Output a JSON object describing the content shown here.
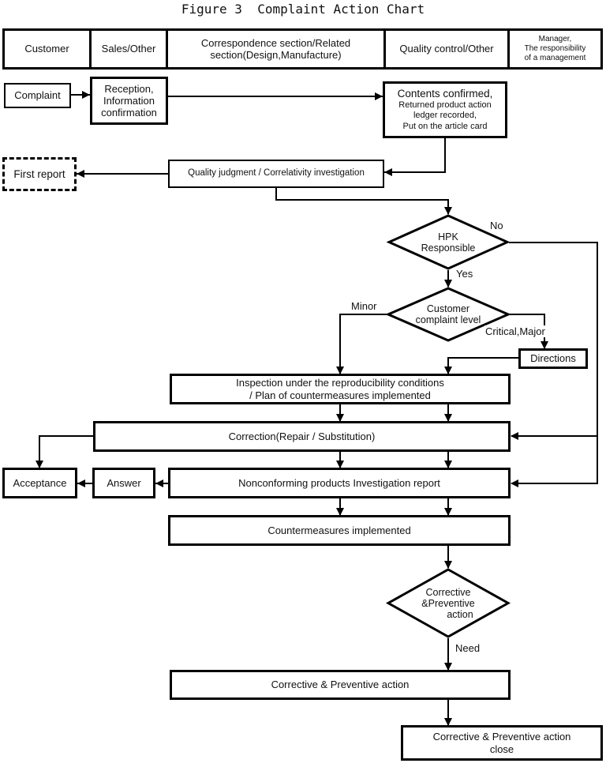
{
  "title": "Figure 3  Complaint Action Chart",
  "lanes": [
    {
      "label": "Customer"
    },
    {
      "label": "Sales/Other"
    },
    {
      "lines": [
        "Correspondence section/Related",
        "section(Design,Manufacture)"
      ]
    },
    {
      "label": "Quality control/Other"
    },
    {
      "lines": [
        "Manager,",
        "The responsibility",
        "of a management"
      ]
    }
  ],
  "nodes": {
    "complaint": {
      "label": "Complaint"
    },
    "reception": {
      "lines": [
        "Reception,",
        "Information",
        "confirmation"
      ]
    },
    "contents": {
      "title": "Contents confirmed,",
      "lines": [
        "Returned product action",
        "ledger recorded,",
        "Put on the article card"
      ]
    },
    "first_report": {
      "label": "First report"
    },
    "quality_judgment": {
      "label": "Quality judgment / Correlativity investigation"
    },
    "hpk_decision": {
      "lines": [
        "HPK",
        "Responsible"
      ]
    },
    "complaint_level_decision": {
      "lines": [
        "Customer",
        "complaint level"
      ]
    },
    "directions": {
      "label": "Directions"
    },
    "inspection": {
      "lines": [
        "Inspection under the reproducibility conditions",
        "/ Plan of countermeasures implemented"
      ]
    },
    "correction": {
      "label": "Correction(Repair / Substitution)"
    },
    "acceptance": {
      "label": "Acceptance"
    },
    "answer": {
      "label": "Answer"
    },
    "nonconforming": {
      "label": "Nonconforming products Investigation report"
    },
    "countermeasures": {
      "label": "Countermeasures implemented"
    },
    "corrective_decision": {
      "lines": [
        "Corrective",
        "&Preventive",
        "action"
      ]
    },
    "corrective_action": {
      "label": "Corrective & Preventive action"
    },
    "corrective_close": {
      "lines": [
        "Corrective & Preventive action",
        "close"
      ]
    }
  },
  "edge_labels": {
    "no": "No",
    "yes": "Yes",
    "minor": "Minor",
    "critical_major": "Critical,Major",
    "need": "Need"
  }
}
